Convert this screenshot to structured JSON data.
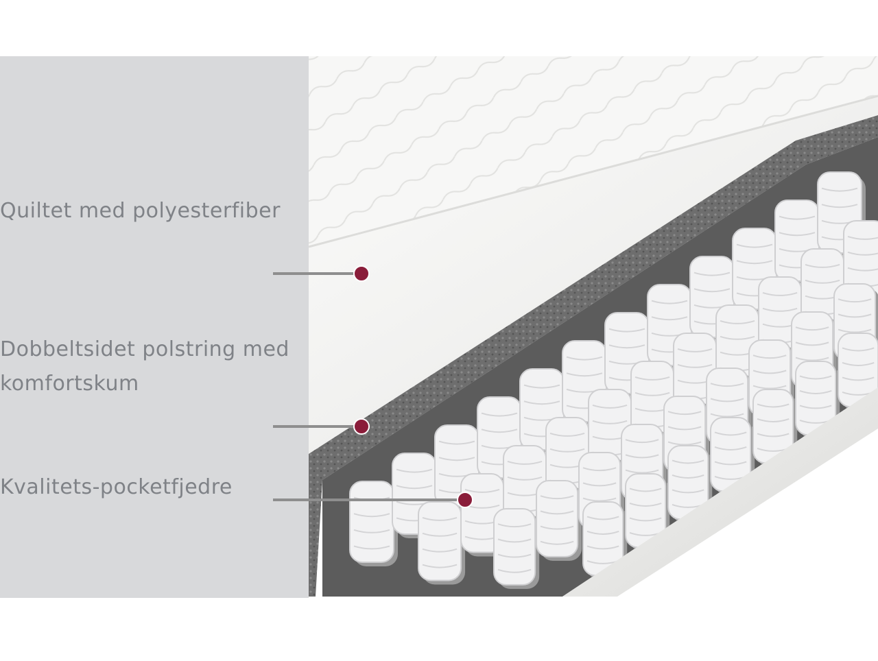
{
  "diagram": {
    "layers": [
      {
        "label": "Quiltet med polyesterfiber"
      },
      {
        "label": "Dobbeltsidet polstring med komfortskum"
      },
      {
        "label": "Kvalitets-pocketfjedre"
      }
    ]
  },
  "colors": {
    "panel": "#d8d9db",
    "label_text": "#7f8287",
    "marker": "#8a1d3a",
    "leader_line": "#8e8e8e",
    "mattress_top": "#eeeeec",
    "foam_layer": "#6a6a6a",
    "spring": "#f2f2f3",
    "spring_shadow": "#9a9a9a"
  }
}
